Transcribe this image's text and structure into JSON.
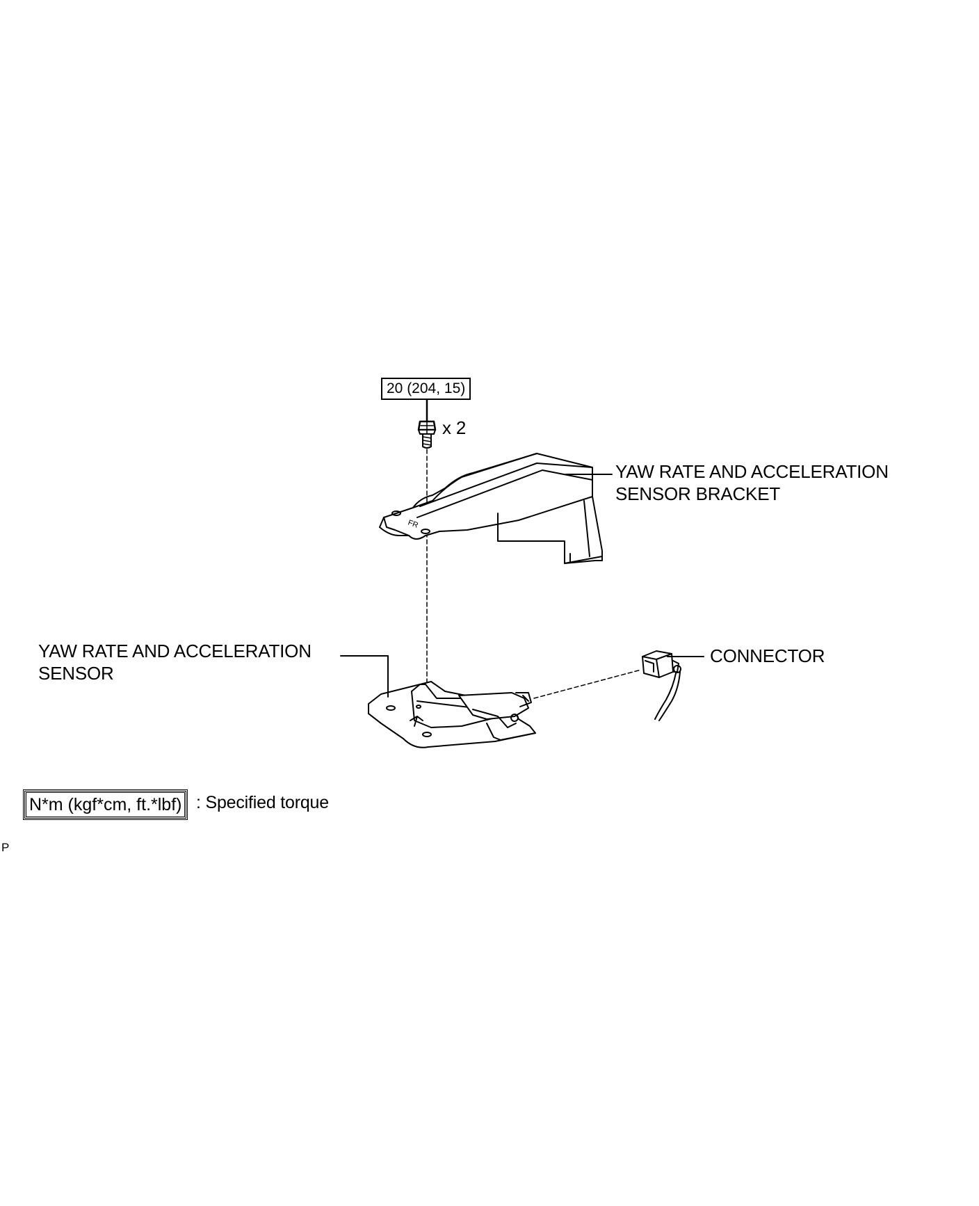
{
  "torque_value": "20 (204, 15)",
  "bolt_quantity": "x 2",
  "bracket_label_line1": "YAW RATE AND ACCELERATION",
  "bracket_label_line2": "SENSOR BRACKET",
  "sensor_label_line1": "YAW RATE AND ACCELERATION",
  "sensor_label_line2": "SENSOR",
  "connector_label": "CONNECTOR",
  "legend_units": "N*m (kgf*cm, ft.*lbf)",
  "legend_text": ": Specified torque",
  "page_marker": "P",
  "line_color": "#000000"
}
